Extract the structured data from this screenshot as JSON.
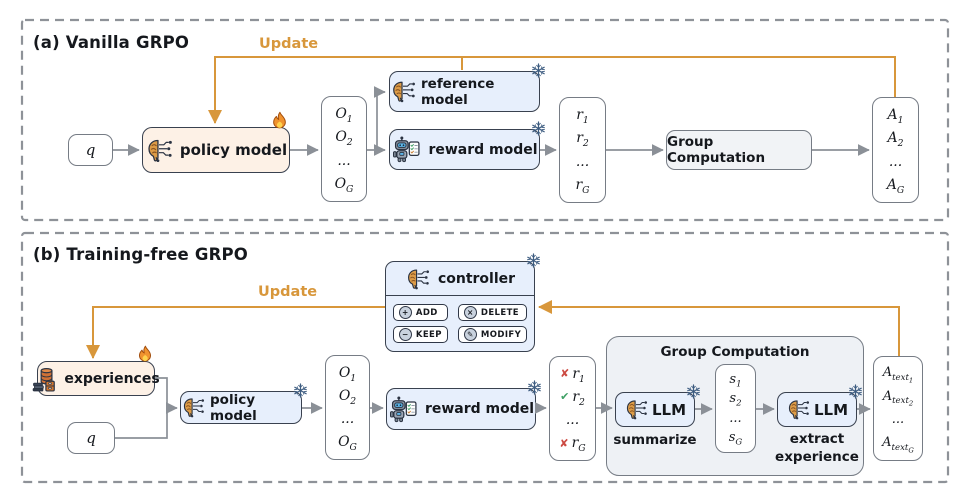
{
  "panel_a": {
    "title": "(a) Vanilla GRPO",
    "update_label": "Update",
    "query": {
      "base": "q"
    },
    "policy_model": {
      "label": "policy model"
    },
    "reference_model": {
      "label": "reference model"
    },
    "reward_model": {
      "label": "reward model"
    },
    "group_computation": {
      "label": "Group Computation"
    },
    "outputs": {
      "items": [
        {
          "base": "O",
          "sub": "1"
        },
        {
          "base": "O",
          "sub": "2"
        },
        {
          "base": "...",
          "sub": ""
        },
        {
          "base": "O",
          "sub": "G"
        }
      ]
    },
    "rewards": {
      "items": [
        {
          "base": "r",
          "sub": "1"
        },
        {
          "base": "r",
          "sub": "2"
        },
        {
          "base": "...",
          "sub": ""
        },
        {
          "base": "r",
          "sub": "G"
        }
      ]
    },
    "advantages": {
      "items": [
        {
          "base": "A",
          "sub": "1"
        },
        {
          "base": "A",
          "sub": "2"
        },
        {
          "base": "...",
          "sub": ""
        },
        {
          "base": "A",
          "sub": "G"
        }
      ]
    }
  },
  "panel_b": {
    "title": "(b) Training-free GRPO",
    "update_label": "Update",
    "controller": {
      "label": "controller",
      "buttons": [
        {
          "glyph": "+",
          "label": "ADD"
        },
        {
          "glyph": "×",
          "label": "DELETE"
        },
        {
          "glyph": "−",
          "label": "KEEP"
        },
        {
          "glyph": "✎",
          "label": "MODIFY"
        }
      ]
    },
    "experiences": {
      "label": "experiences"
    },
    "query": {
      "base": "q"
    },
    "policy_model": {
      "label": "policy model"
    },
    "reward_model": {
      "label": "reward model"
    },
    "outputs": {
      "items": [
        {
          "base": "O",
          "sub": "1"
        },
        {
          "base": "O",
          "sub": "2"
        },
        {
          "base": "...",
          "sub": ""
        },
        {
          "base": "O",
          "sub": "G"
        }
      ]
    },
    "rewards": {
      "items": [
        {
          "mark": "✘",
          "mark_color": "#cc4b43",
          "base": "r",
          "sub": "1"
        },
        {
          "mark": "✔",
          "mark_color": "#3fa065",
          "base": "r",
          "sub": "2"
        },
        {
          "mark": "",
          "mark_color": "",
          "base": "...",
          "sub": ""
        },
        {
          "mark": "✘",
          "mark_color": "#cc4b43",
          "base": "r",
          "sub": "G"
        }
      ]
    },
    "group_computation": {
      "title": "Group Computation",
      "summarizer": {
        "label": "LLM",
        "caption": "summarize"
      },
      "scores": {
        "items": [
          {
            "base": "s",
            "sub": "1"
          },
          {
            "base": "s",
            "sub": "2"
          },
          {
            "base": "...",
            "sub": ""
          },
          {
            "base": "s",
            "sub": "G"
          }
        ]
      },
      "extractor": {
        "label": "LLM",
        "caption_line1": "extract",
        "caption_line2": "experience"
      }
    },
    "advantages": {
      "items": [
        {
          "base": "A",
          "sub": "text",
          "subsub": "1"
        },
        {
          "base": "A",
          "sub": "text",
          "subsub": "2"
        },
        {
          "base": "...",
          "sub": "",
          "subsub": ""
        },
        {
          "base": "A",
          "sub": "text",
          "subsub": "G"
        }
      ]
    }
  },
  "icons": {
    "trainable": "fire-icon",
    "frozen": "snowflake-icon",
    "model": "brain-circuit-icon",
    "reward": "robot-checklist-icon",
    "experiences": "database-books-icon"
  },
  "colors": {
    "update_orange": "#d8973b",
    "peach_fill": "#fdf1e6",
    "blue_fill": "#e7effc",
    "gray_fill": "#eef1f5",
    "line_gray": "#8b9097",
    "cross_red": "#cc4b43",
    "check_green": "#3fa065"
  }
}
